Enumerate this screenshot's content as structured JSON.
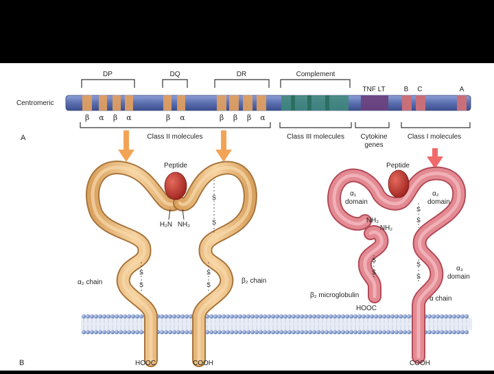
{
  "chromosome": {
    "centromeric_label": "Centromeric",
    "regions": {
      "dp": "DP",
      "dq": "DQ",
      "dr": "DR",
      "complement": "Complement",
      "tnf_lt": "TNF LT",
      "b": "B",
      "c": "C",
      "a": "A"
    },
    "dp_subunits": [
      "β",
      "α",
      "β",
      "α"
    ],
    "dq_subunits": [
      "β",
      "α"
    ],
    "dr_subunits": [
      "β",
      "β",
      "β",
      "α"
    ],
    "groups": {
      "class_ii": "Class II molecules",
      "class_iii": "Class III molecules",
      "cytokine_line1": "Cytokine",
      "cytokine_line2": "genes",
      "class_i": "Class I molecules"
    }
  },
  "panels": {
    "a": "A",
    "b": "B"
  },
  "class_ii_molecule": {
    "peptide": "Peptide",
    "h2n": "H₂N",
    "nh2": "NH₂",
    "s": "S",
    "alpha_chain": "α₂ chain",
    "beta_chain": "β₂ chain",
    "hooc": "HOOC",
    "cooh": "COOH"
  },
  "class_i_molecule": {
    "peptide": "Peptide",
    "alpha1_line1": "α₁",
    "alpha1_line2": "domain",
    "alpha2_line1": "α₂",
    "alpha2_line2": "domain",
    "alpha3_line1": "α₃",
    "alpha3_line2": "domain",
    "nh2_a": "NH₂",
    "nh2_b": "NH₂",
    "s": "S",
    "b2m": "β₂ microglobulin",
    "hooc": "HOOC",
    "alpha_chain": "α chain",
    "cooh": "COOH"
  },
  "colors": {
    "background": "#ffffff",
    "frame": "#000000",
    "chromosome": "#5b6fb0",
    "class_ii_band": "#e3a060",
    "class_iii_band": "#3f8a7a",
    "cytokine_band": "#6b3f7a",
    "class_i_band": "#c86f7a",
    "class_ii_chain": "#e9b577",
    "class_i_chain": "#e38a93",
    "peptide": "#c0362e",
    "membrane_head": "#8aa4d6",
    "arrow_ii": "#f2a456",
    "arrow_i": "#f06a6a"
  }
}
